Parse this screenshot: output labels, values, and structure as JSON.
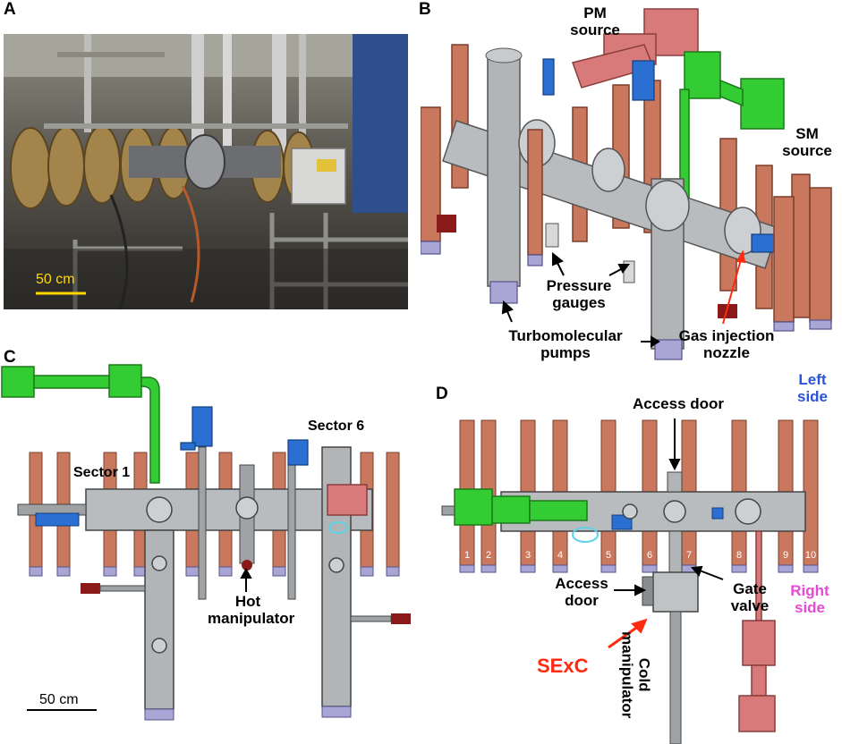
{
  "panels": {
    "a": {
      "letter": "A",
      "scale_bar": "50 cm"
    },
    "b": {
      "letter": "B",
      "pm_source": [
        "PM",
        "source"
      ],
      "sm_source": [
        "SM",
        "source"
      ],
      "pressure_gauges": [
        "Pressure",
        "gauges"
      ],
      "turbomolecular_pumps": [
        "Turbomolecular",
        "pumps"
      ],
      "gas_injection_nozzle": [
        "Gas injection",
        "nozzle"
      ]
    },
    "c": {
      "letter": "C",
      "sector1": "Sector 1",
      "sector6": "Sector 6",
      "hot_manipulator": [
        "Hot",
        "manipulator"
      ],
      "scale_bar": "50 cm"
    },
    "d": {
      "letter": "D",
      "access_door_top": "Access door",
      "left_side": [
        "Left",
        "side"
      ],
      "right_side": [
        "Right",
        "side"
      ],
      "access_door_left": [
        "Access",
        "door"
      ],
      "gate_valve": [
        "Gate",
        "valve"
      ],
      "sexc": "SExC",
      "cold_manipulator": [
        "Cold",
        "manipulator"
      ],
      "coil_numbers": [
        "1",
        "2",
        "3",
        "4",
        "5",
        "6",
        "7",
        "8",
        "9",
        "10"
      ]
    }
  },
  "colors": {
    "copper": "#c9775d",
    "steel": "#b9bcbf",
    "green": "#33cc33",
    "blue": "#2a6fd1",
    "pm_pink": "#d97a7a",
    "lavender": "#a9a6d6",
    "arrow_red": "#ff2a10",
    "left_side_blue": "#2a55d6",
    "right_side_magenta": "#e64ad6"
  }
}
